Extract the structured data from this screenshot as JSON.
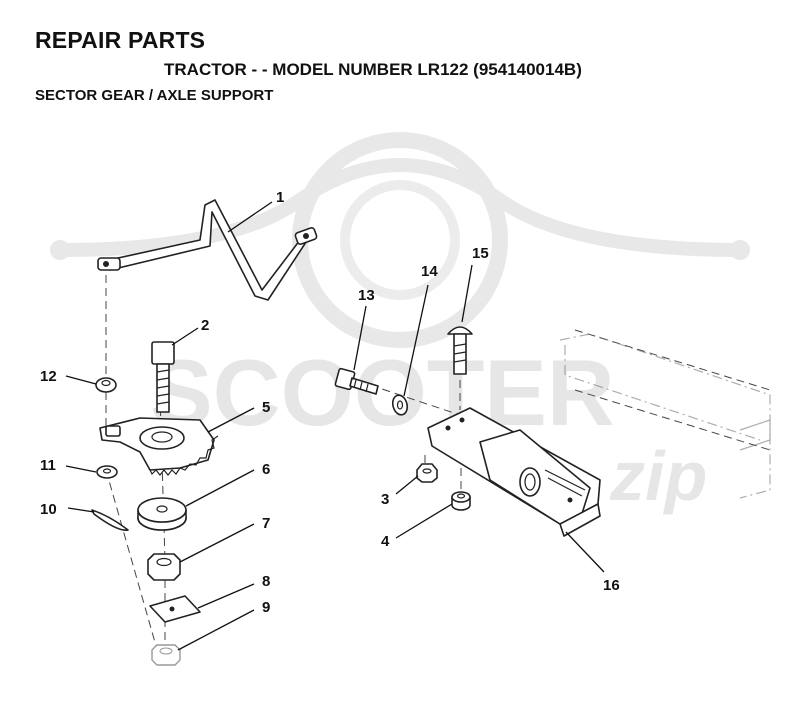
{
  "header": {
    "title": "REPAIR PARTS",
    "model_line": "TRACTOR - - MODEL NUMBER LR122 (954140014B)",
    "section": "SECTOR GEAR / AXLE SUPPORT"
  },
  "watermark": {
    "text": "SCOOTER",
    "suffix": "zip",
    "color": "#e6e6e6"
  },
  "callouts": [
    {
      "id": "1",
      "label": "1"
    },
    {
      "id": "2",
      "label": "2"
    },
    {
      "id": "3",
      "label": "3"
    },
    {
      "id": "4",
      "label": "4"
    },
    {
      "id": "5",
      "label": "5"
    },
    {
      "id": "6",
      "label": "6"
    },
    {
      "id": "7",
      "label": "7"
    },
    {
      "id": "8",
      "label": "8"
    },
    {
      "id": "9",
      "label": "9"
    },
    {
      "id": "10",
      "label": "10"
    },
    {
      "id": "11",
      "label": "11"
    },
    {
      "id": "12",
      "label": "12"
    },
    {
      "id": "13",
      "label": "13"
    },
    {
      "id": "14",
      "label": "14"
    },
    {
      "id": "15",
      "label": "15"
    },
    {
      "id": "16",
      "label": "16"
    }
  ]
}
